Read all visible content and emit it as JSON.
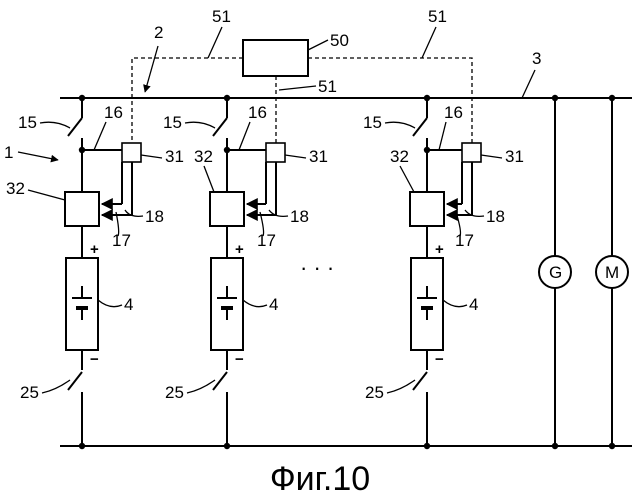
{
  "caption": "Фиг.10",
  "ellipsis": "· · ·",
  "labels": {
    "system": "1",
    "network": "2",
    "bus": "3",
    "controller": "50",
    "link": "51",
    "battery": "4",
    "upper_switch": "15",
    "node": "16",
    "signal_a": "17",
    "signal_b": "18",
    "lower_switch": "25",
    "sensor": "31",
    "converter": "32",
    "plus": "+",
    "minus": "−"
  },
  "loads": {
    "generator": "G",
    "motor": "M"
  }
}
